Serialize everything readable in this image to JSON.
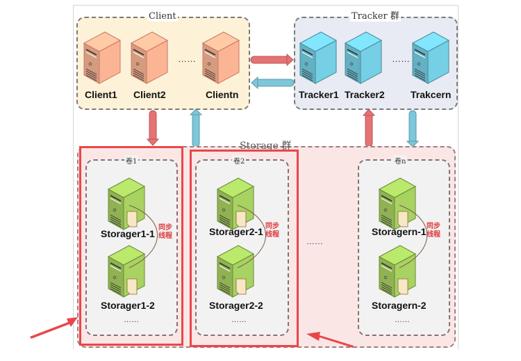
{
  "client_group": {
    "title": "Client",
    "servers": [
      "Client1",
      "Client2",
      "Clientn"
    ],
    "ellipsis": "……",
    "fill_color": "#fdf2d7",
    "server_color": "#e8a889"
  },
  "tracker_group": {
    "title": "Tracker 群",
    "servers": [
      "Tracker1",
      "Tracker2",
      "Trakcern"
    ],
    "ellipsis": "……",
    "fill_color": "#e8ebf3",
    "server_color": "#6cc0d4"
  },
  "storage_group": {
    "title": "Storage 群",
    "fill_color": "#fbe6e6",
    "middle_ellipsis": "……",
    "volumes": [
      {
        "title": "卷1",
        "servers": [
          "Storager1-1",
          "Storager1-2"
        ],
        "sync_label": [
          "同步",
          "线程"
        ],
        "ellipsis": "……",
        "highlighted": true
      },
      {
        "title": "卷2",
        "servers": [
          "Storager2-1",
          "Storager2-2"
        ],
        "sync_label": [
          "同步",
          "线程"
        ],
        "ellipsis": "……",
        "highlighted": true
      },
      {
        "title": "卷n",
        "servers": [
          "Storagern-1",
          "Storagern-2"
        ],
        "sync_label": [
          "同步",
          "线程"
        ],
        "ellipsis": "……",
        "highlighted": false
      }
    ],
    "server_color": "#9cc25a"
  },
  "colors": {
    "request_arrow": "#e57373",
    "response_arrow": "#7ec6d9",
    "highlight": "#e8474a",
    "annotation_arrow": "#e8474a"
  }
}
